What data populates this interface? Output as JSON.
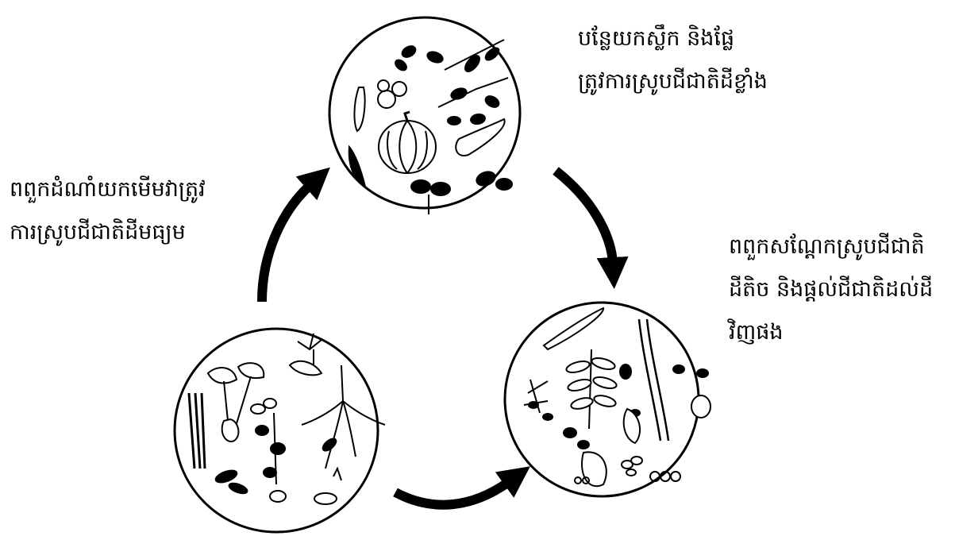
{
  "labels": {
    "top": [
      "បន្លែយកស្លឹក និងផ្លែ",
      "ត្រូវការស្រូបជីជាតិដីខ្លាំង"
    ],
    "left": [
      "ពពួកដំណាំយកមើមវាត្រូវ",
      "ការស្រូបជីជាតិដីមធ្យម"
    ],
    "right": [
      "ពពួកសណ្តែកស្រូបជីជាតិ",
      "ដីតិច និងផ្តល់ជីជាតិដល់ដី",
      "វិញផង"
    ]
  },
  "colors": {
    "ink": "#000000",
    "paper": "#ffffff"
  },
  "icons": [
    "leafy-vegetables-and-fruits-drawing",
    "root-and-tuber-crops-drawing",
    "legumes-drawing",
    "cycle-arrow-icon"
  ]
}
